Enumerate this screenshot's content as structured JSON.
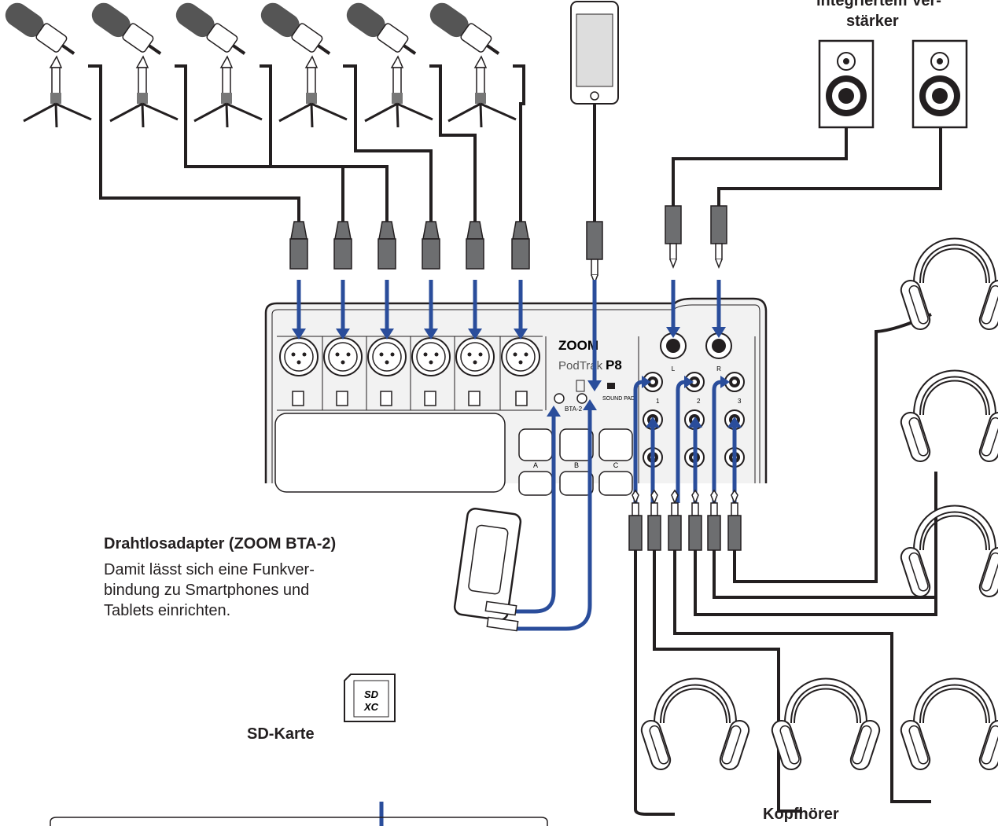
{
  "labels": {
    "speakers_line1": "integriertem Ver-",
    "speakers_line2": "stärker",
    "adapter_title": "Drahtlosadapter (ZOOM BTA-2)",
    "adapter_desc_1": "Damit lässt sich eine Funkver-",
    "adapter_desc_2": "bindung zu Smartphones und",
    "adapter_desc_3": "Tablets einrichten.",
    "sd_card": "SD-Karte",
    "headphones": "Kopfhörer"
  },
  "device": {
    "brand": "ZOOM",
    "model_prefix": "PodTrak",
    "model": "P8",
    "bta_port": "BTA-2",
    "sound_pad": "SOUND PAD",
    "pad_a": "A",
    "pad_b": "B",
    "pad_c": "C",
    "out_l": "L",
    "out_r": "R",
    "phones_1": "1",
    "phones_2": "2",
    "phones_3": "3"
  },
  "sd_logo": {
    "top": "SD",
    "bottom": "XC"
  },
  "colors": {
    "arrow": "#2a4d9b",
    "line": "#231f20",
    "panel": "#f2f2f2",
    "connector": "#6d6e70"
  }
}
